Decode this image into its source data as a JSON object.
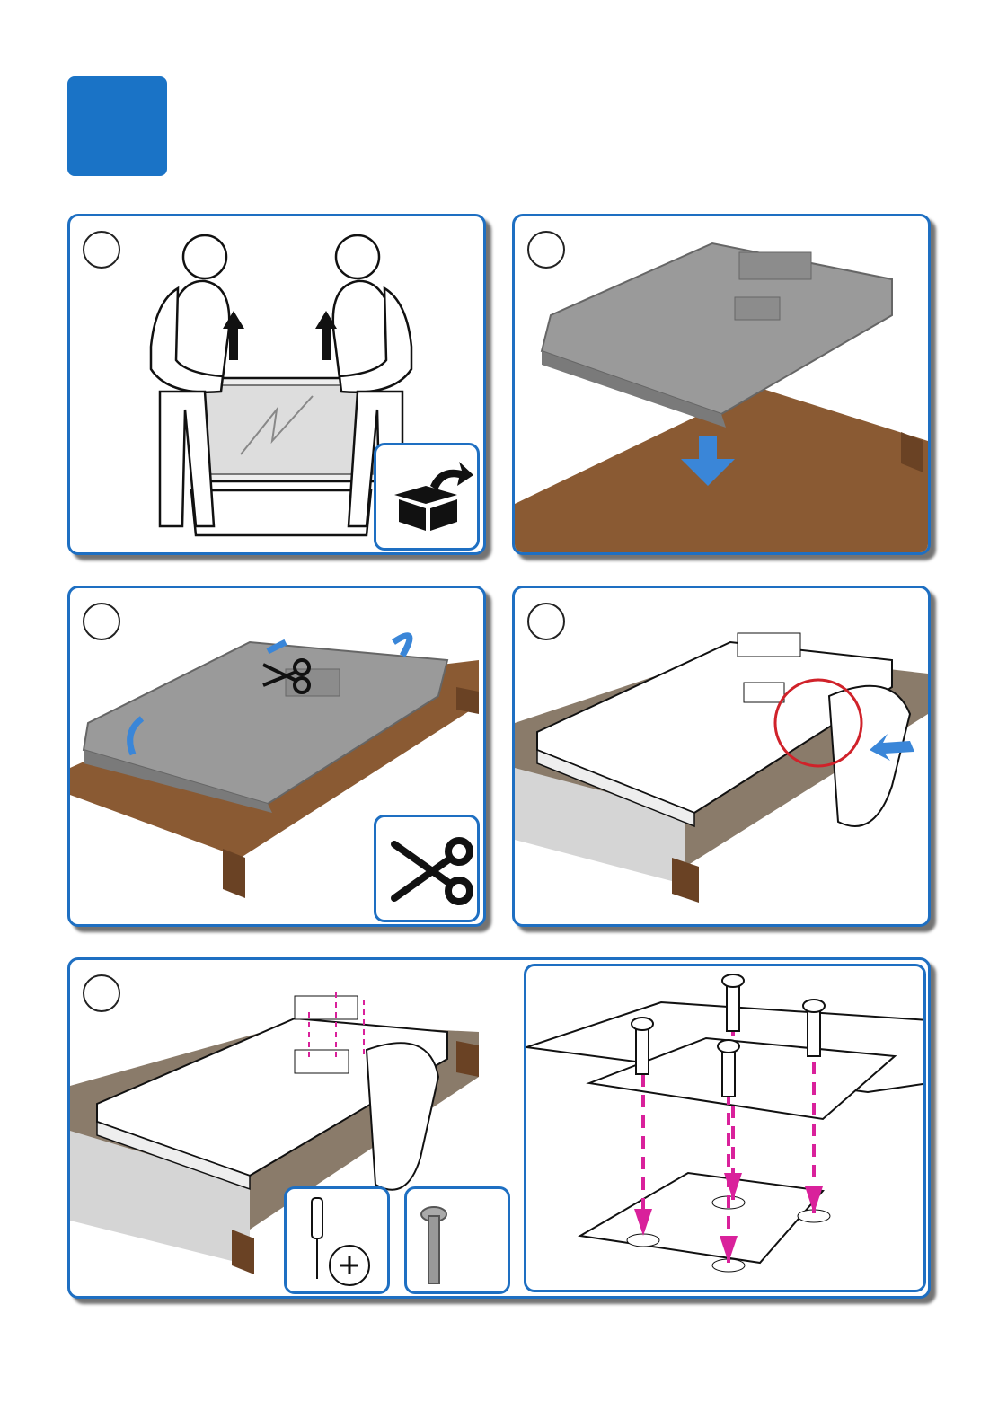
{
  "page": {
    "step_badge_color": "#1a73c6",
    "panel_border_color": "#1e6fc2"
  },
  "panels": [
    {
      "id": "lift-tv-from-box",
      "icons": [
        "unbox-icon"
      ]
    },
    {
      "id": "place-tv-face-down",
      "icons": [
        "down-arrow-icon"
      ]
    },
    {
      "id": "cut-plastic-wrap",
      "icons": [
        "scissors-icon"
      ]
    },
    {
      "id": "attach-stand",
      "icons": [
        "insert-arrow-icon"
      ]
    },
    {
      "id": "screw-stand",
      "icons": [
        "screwdriver-icon",
        "screw-icon"
      ]
    }
  ],
  "screwdriver": {
    "type": "+"
  },
  "colors": {
    "table": "#8a5a33",
    "arrow_blue": "#3a86d8",
    "dashed_magenta": "#d9219b",
    "highlight_red": "#d0222a"
  }
}
